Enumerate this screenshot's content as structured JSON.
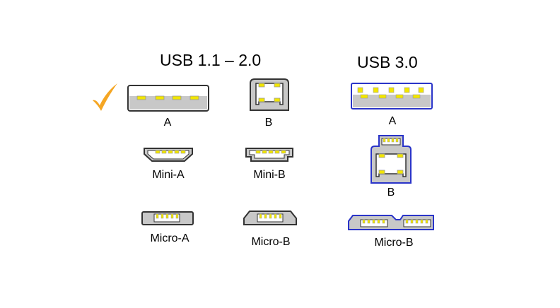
{
  "headings": {
    "usb2": "USB 1.1 – 2.0",
    "usb3": "USB 3.0"
  },
  "connectors": {
    "usb2_a": "A",
    "usb2_b": "B",
    "usb2_mini_a": "Mini-A",
    "usb2_mini_b": "Mini-B",
    "usb2_micro_a": "Micro-A",
    "usb2_micro_b": "Micro-B",
    "usb3_a": "A",
    "usb3_b": "B",
    "usb3_micro_b": "Micro-B"
  },
  "selected_connector": "usb2_a",
  "icons": {
    "check": "checkmark-icon"
  },
  "colors": {
    "check": "#f5a623",
    "pin": "#f2e600",
    "usb3_outline": "#2a34c8",
    "body_gray": "#c8c8c8",
    "outline_dark": "#333333"
  }
}
